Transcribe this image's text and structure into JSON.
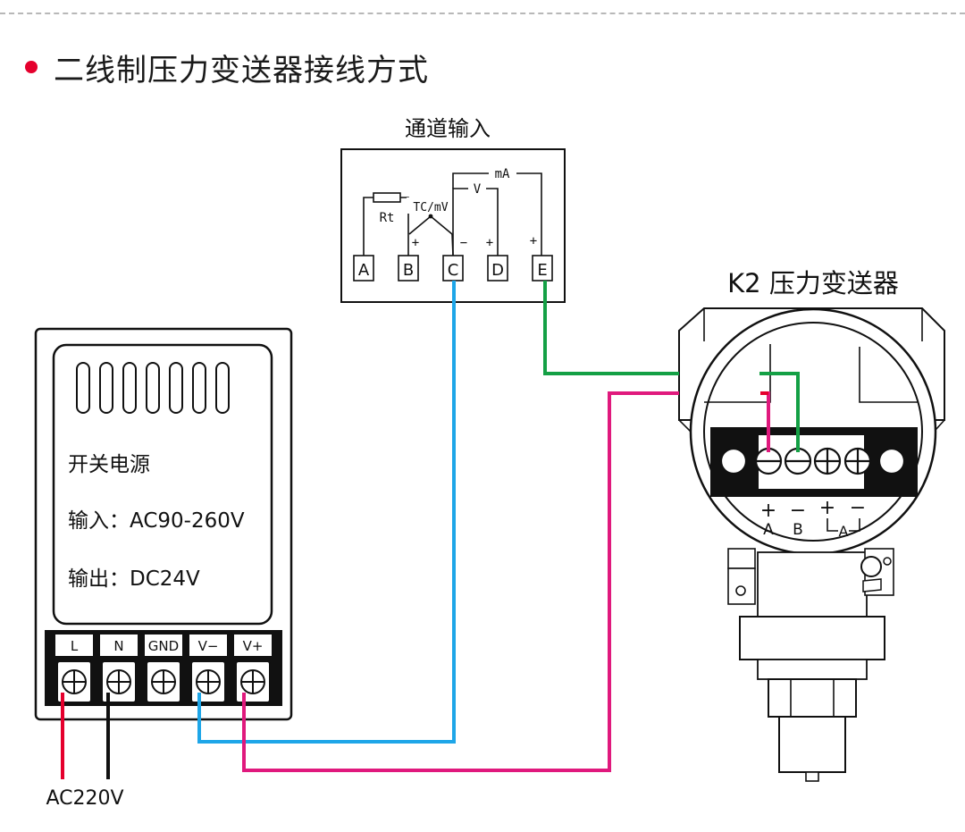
{
  "heading": "二线制压力变送器接线方式",
  "channel_box": {
    "title": "通道输入",
    "rt": "Rt",
    "tc_mv": "TC/mV",
    "v": "V",
    "ma": "mA",
    "plus": "+",
    "minus": "−",
    "terminals": [
      "A",
      "B",
      "C",
      "D",
      "E"
    ]
  },
  "transmitter": {
    "title": "K2 压力变送器",
    "sign_labels": [
      "+",
      "−",
      "+",
      "−"
    ],
    "terminal_labels": [
      "A",
      "B"
    ],
    "loop_label": "A"
  },
  "power_supply": {
    "name": "开关电源",
    "input": "输入：AC90-260V",
    "output": "输出：DC24V",
    "terminals": [
      "L",
      "N",
      "GND",
      "V−",
      "V+"
    ]
  },
  "ac_label": "AC220V",
  "colors": {
    "accent": "#e5002d",
    "blue_wire": "#1ea6e8",
    "green_wire": "#14a045",
    "magenta_wire": "#e0197d",
    "red_wire": "#e5002d",
    "black_wire": "#111111"
  }
}
